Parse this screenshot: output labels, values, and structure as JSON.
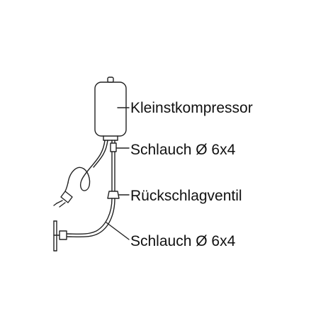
{
  "labels": {
    "compressor": "Kleinstkompressor",
    "hose_top": "Schlauch Ø 6x4",
    "check_valve": "Rückschlagventil",
    "hose_bottom": "Schlauch Ø 6x4"
  },
  "colors": {
    "line": "#222222",
    "background": "#ffffff"
  }
}
